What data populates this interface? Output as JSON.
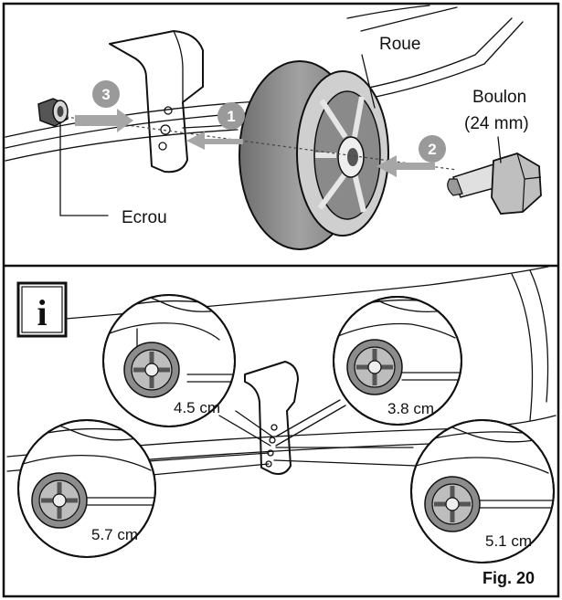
{
  "labels": {
    "wheel": "Roue",
    "bolt_line1": "Boulon",
    "bolt_line2": "(24 mm)",
    "nut": "Ecrou"
  },
  "steps": [
    "1",
    "2",
    "3"
  ],
  "info_icon": {
    "name": "info-icon",
    "text": "i"
  },
  "heights": {
    "top_left": "4.5 cm",
    "top_right": "3.8 cm",
    "bottom_left": "5.7 cm",
    "bottom_right": "5.1 cm"
  },
  "figure_label": "Fig. 20",
  "colors": {
    "arrow_gray": "#a6a6a6",
    "tire_gray": "#8a8a8a",
    "badge_gray": "#9a9a9a",
    "border": "#111111"
  }
}
